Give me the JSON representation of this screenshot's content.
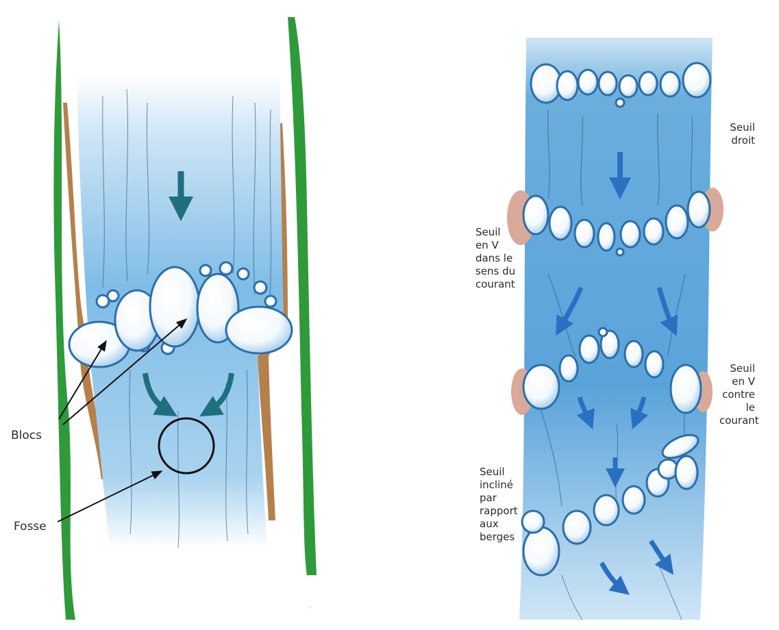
{
  "left_panel": {
    "labels": {
      "blocs": "Blocs",
      "fosse": "Fosse"
    }
  },
  "right_panel": {
    "labels": {
      "seuil_droit": [
        "Seuil",
        "droit"
      ],
      "seuil_v_courant": [
        "Seuil",
        "en V",
        "dans le",
        "sens du",
        "courant"
      ],
      "seuil_v_contre": [
        "Seuil",
        "en V",
        "contre",
        "le",
        "courant"
      ],
      "seuil_incline": [
        "Seuil",
        "incliné",
        "par",
        "rapport",
        "aux",
        "berges"
      ]
    }
  },
  "colors": {
    "water_light": "#cfe6f5",
    "water": "#7fbce6",
    "water_deep": "#3a86c8",
    "bank_grass": "#2f9a3a",
    "bank_soil": "#a86a2c",
    "rock_fill": "#ffffff",
    "rock_edge": "#2b6ea8",
    "arrow_teal": "#1f6f7f",
    "arrow_blue": "#2a6fc0",
    "abutment": "#d9a99a"
  }
}
